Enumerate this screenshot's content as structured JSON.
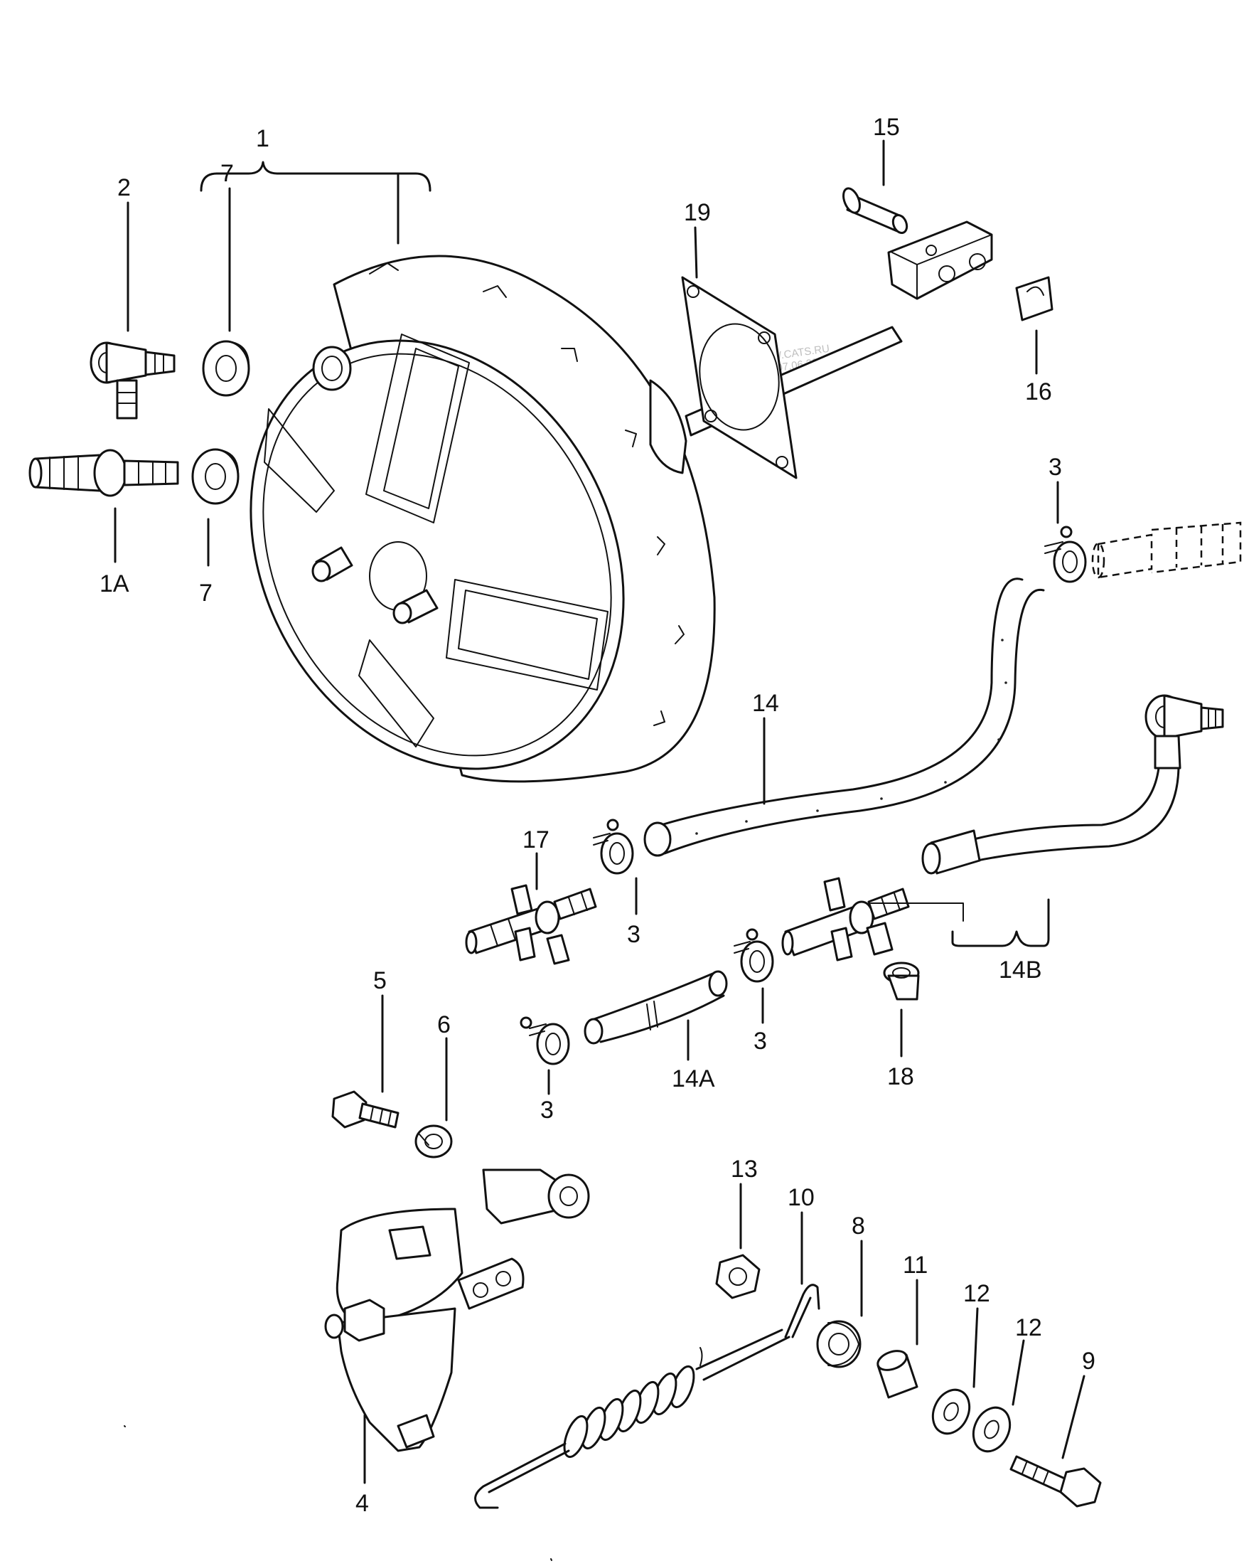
{
  "watermark": {
    "line1": "WWW.CATS.RU",
    "line2": "20:17 07.06.2025"
  },
  "labels": {
    "p1": "1",
    "p1a": "1A",
    "p2": "2",
    "p3_top": "3",
    "p3_mid": "3",
    "p3_low": "3",
    "p3_right": "3",
    "p4": "4",
    "p5": "5",
    "p6": "6",
    "p7_top": "7",
    "p7_bottom": "7",
    "p8": "8",
    "p9": "9",
    "p10": "10",
    "p11": "11",
    "p12_a": "12",
    "p12_b": "12",
    "p13": "13",
    "p14": "14",
    "p14a": "14A",
    "p14b": "14B",
    "p15": "15",
    "p16": "16",
    "p17": "17",
    "p18": "18",
    "p19": "19"
  }
}
